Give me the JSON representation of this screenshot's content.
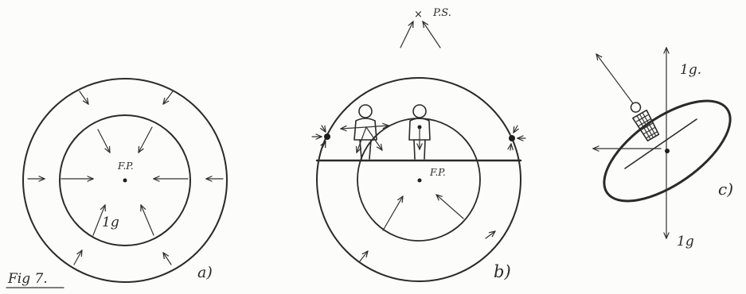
{
  "figure": {
    "caption": "Fig 7.",
    "panel_a": {
      "label": "a)",
      "center_label": "F.P.",
      "gravity_label": "1g"
    },
    "panel_b": {
      "label": "b)",
      "center_label": "F.P.",
      "point_label": "P.S."
    },
    "panel_c": {
      "label": "c)",
      "gravity_top": "1g.",
      "gravity_bottom": "1g"
    }
  },
  "colors": {
    "ink": "#2a2a2a",
    "paper": "#fcfcfa"
  }
}
